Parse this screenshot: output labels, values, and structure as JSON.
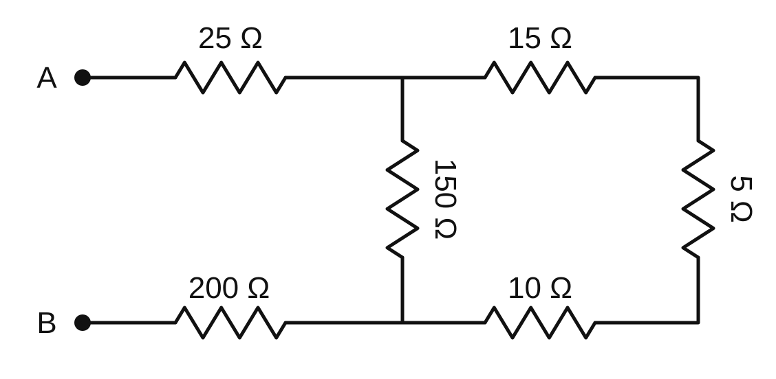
{
  "diagram": {
    "kind": "circuit-resistor-network",
    "terminals": [
      {
        "label": "A"
      },
      {
        "label": "B"
      }
    ],
    "resistors": [
      {
        "label": "25 Ω",
        "value": 25,
        "unit": "Ω",
        "orientation": "horizontal",
        "position": "top-left"
      },
      {
        "label": "15 Ω",
        "value": 15,
        "unit": "Ω",
        "orientation": "horizontal",
        "position": "top-right"
      },
      {
        "label": "150 Ω",
        "value": 150,
        "unit": "Ω",
        "orientation": "vertical",
        "position": "middle-branch"
      },
      {
        "label": "5 Ω",
        "value": 5,
        "unit": "Ω",
        "orientation": "vertical",
        "position": "right-branch"
      },
      {
        "label": "200 Ω",
        "value": 200,
        "unit": "Ω",
        "orientation": "horizontal",
        "position": "bottom-left"
      },
      {
        "label": "10 Ω",
        "value": 10,
        "unit": "Ω",
        "orientation": "horizontal",
        "position": "bottom-right"
      }
    ],
    "colors": {
      "line": "#111111",
      "background": "#ffffff"
    }
  }
}
